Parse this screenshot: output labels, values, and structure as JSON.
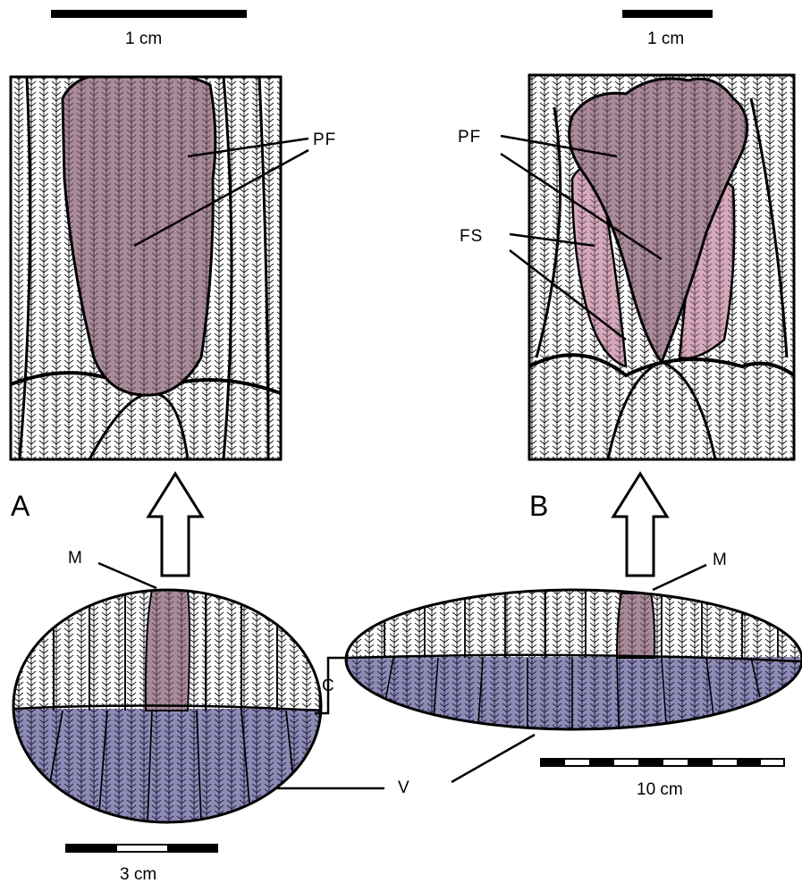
{
  "panels": [
    {
      "letter": "A",
      "detail_scale": "1 cm",
      "overview_scale": "3 cm",
      "labels": {
        "pf": "PF",
        "m": "M",
        "c": "C"
      }
    },
    {
      "letter": "B",
      "detail_scale": "1 cm",
      "overview_scale": "10 cm",
      "labels": {
        "pf": "PF",
        "fs": "FS",
        "m": "M"
      }
    }
  ],
  "shared_labels": {
    "v": "V"
  },
  "colors": {
    "primary_fold": "#a98a9a",
    "secondary_fold": "#d5a9bb",
    "ventral": "#8d8bb5",
    "line": "#000000",
    "background": "#ffffff"
  }
}
